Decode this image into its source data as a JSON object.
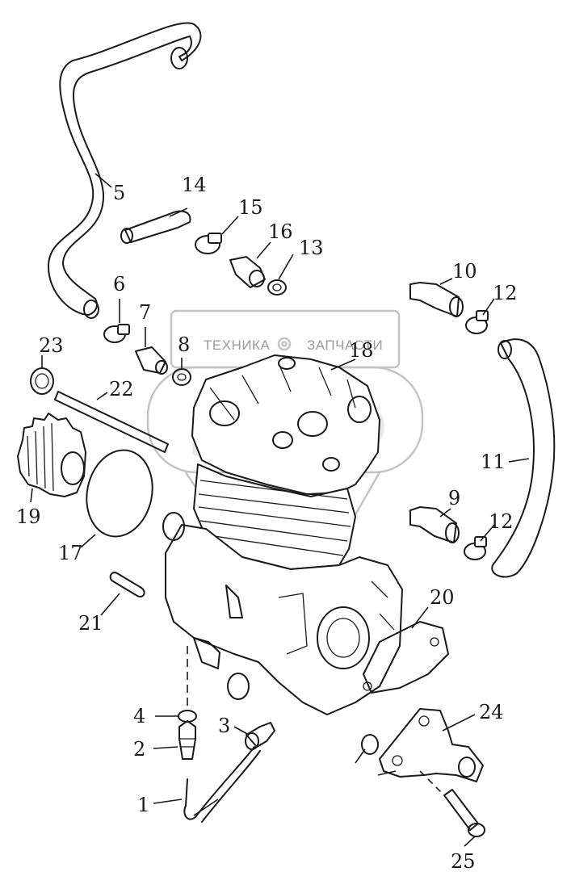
{
  "watermark": {
    "left_text": "ТЕХНИКА",
    "right_text": "ЗАПЧАСТИ",
    "logo_icon": "gear-icon"
  },
  "callouts": [
    "1",
    "2",
    "3",
    "4",
    "5",
    "6",
    "7",
    "8",
    "9",
    "10",
    "11",
    "12",
    "12",
    "13",
    "14",
    "15",
    "16",
    "17",
    "18",
    "19",
    "20",
    "21",
    "22",
    "23",
    "24",
    "25"
  ]
}
